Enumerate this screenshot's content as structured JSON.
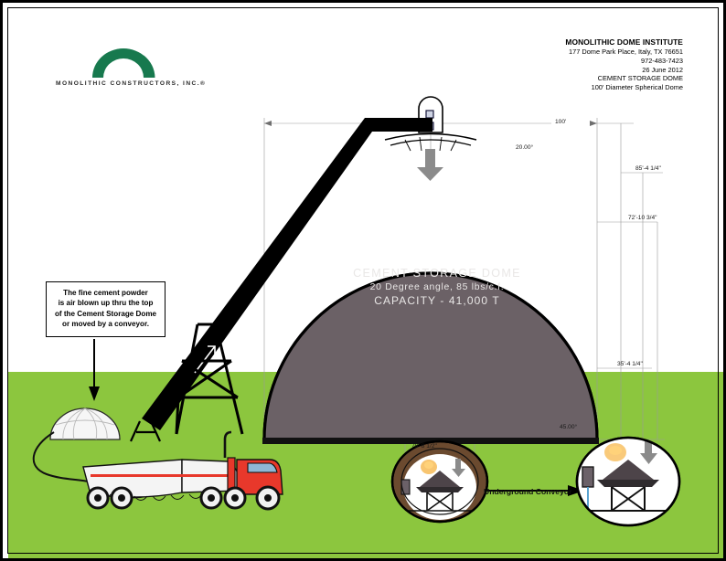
{
  "sheet": {
    "background_white": "#ffffff",
    "ground_green": "#8CC63E",
    "cement_gray": "#6B6166",
    "earth_brown": "#6B4A2F",
    "logo_green": "#17794E",
    "truck_red": "#E8382B"
  },
  "logo": {
    "mark": "dome-arc-mark",
    "text": "MONOLITHIC CONSTRUCTORS, INC.®"
  },
  "title_block": {
    "company": "MONOLITHIC DOME INSTITUTE",
    "address": "177 Dome Park Place, Italy, TX 76651",
    "phone": "972-483-7423",
    "date": "26 June 2012",
    "project": "CEMENT STORAGE DOME",
    "subtitle": "100' Diameter Spherical Dome"
  },
  "callout": {
    "line1": "The fine cement powder",
    "line2": "is air blown up thru the top",
    "line3": "of the Cement Storage Dome",
    "line4": "or moved by a conveyor."
  },
  "dome_label": {
    "title": "CEMENT STORAGE DOME",
    "spec": "20 Degree angle, 85 lbs/c.f.",
    "capacity": "CAPACITY - 41,000 T"
  },
  "dimensions": {
    "span_100": "100'",
    "height_85": "85'-4 1/4\"",
    "height_72": "72'-10 3/4\"",
    "height_35": "35'-4 1/4\"",
    "width_70": "70'-8 1/2\"",
    "angle_20": "20.00°",
    "angle_45": "45.00°"
  },
  "annotations": {
    "underground_conveyor": "Underground Conveyor"
  }
}
